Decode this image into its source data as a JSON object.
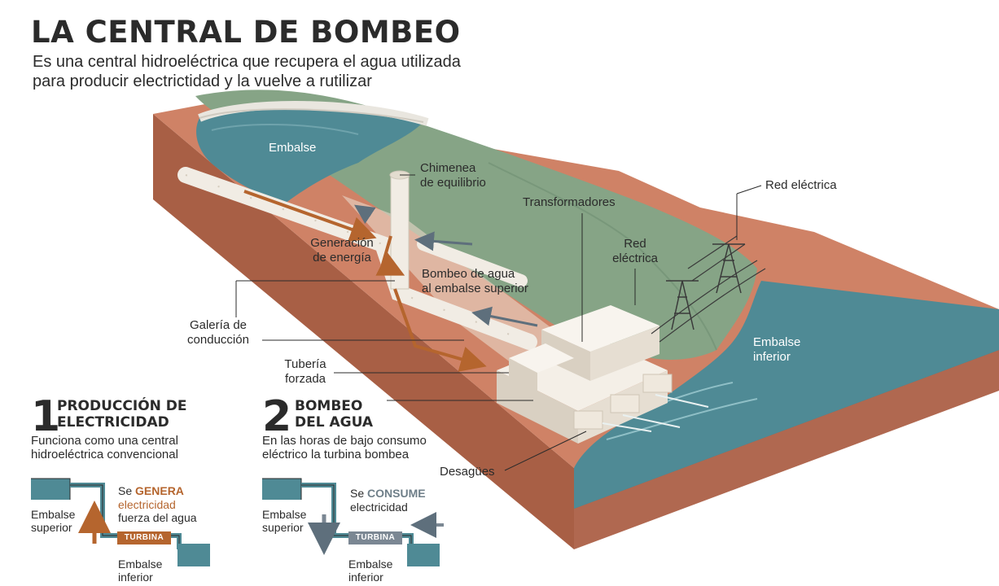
{
  "header": {
    "title": "LA CENTRAL DE BOMBEO",
    "subtitle_line1": "Es una central hidroeléctrica que recupera el agua utilizada",
    "subtitle_line2": "para producir electrictidad y la vuelve a rutilizar"
  },
  "labels": {
    "embalse": "Embalse",
    "chimenea_1": "Chimenea",
    "chimenea_2": "de equilibrio",
    "transformadores": "Transformadores",
    "red_electrica_top": "Red eléctrica",
    "red_1": "Red",
    "red_2": "eléctrica",
    "generacion_1": "Generación",
    "generacion_2": "de energía",
    "bombeo_1": "Bombeo de agua",
    "bombeo_2": "al embalse superior",
    "galeria_1": "Galería de",
    "galeria_2": "conducción",
    "tuberia_1": "Tubería",
    "tuberia_2": "forzada",
    "embalse_inferior_1": "Embalse",
    "embalse_inferior_2": "inferior",
    "desagues": "Desagües"
  },
  "steps": [
    {
      "number": "1",
      "title_1": "PRODUCCIÓN DE",
      "title_2": "ELECTRICIDAD",
      "desc_1": "Funciona como una central",
      "desc_2": "hidroeléctrica convencional",
      "text_pre": "Se ",
      "text_key": "GENERA",
      "text_2": "electricidad",
      "text_3": "fuerza del agua",
      "upper_1": "Embalse",
      "upper_2": "superior",
      "turbine": "TURBINA",
      "lower_1": "Embalse",
      "lower_2": "inferior"
    },
    {
      "number": "2",
      "title_1": "BOMBEO",
      "title_2": "DEL AGUA",
      "desc_1": "En las horas de bajo consumo",
      "desc_2": "eléctrico la turbina bombea",
      "text_pre": "Se ",
      "text_key": "CONSUME",
      "text_2": "electricidad",
      "upper_1": "Embalse",
      "upper_2": "superior",
      "turbine": "TURBINA",
      "lower_1": "Embalse",
      "lower_2": "inferior"
    }
  ],
  "colors": {
    "earth": "#c97a5c",
    "earth_dark": "#a85f45",
    "grass": "#86a486",
    "water": "#4f8a95",
    "water_light": "#73a6ae",
    "arrow_generation": "#b5652e",
    "arrow_pumping": "#7b8793"
  }
}
